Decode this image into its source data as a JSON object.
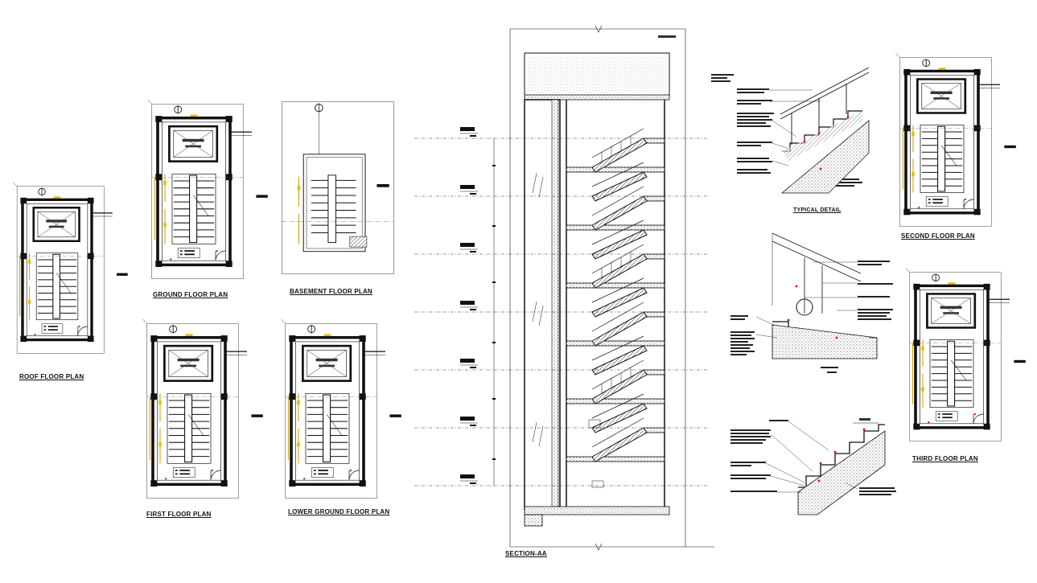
{
  "drawing": {
    "plans": [
      {
        "id": "roof",
        "title": "ROOF FLOOR PLAN"
      },
      {
        "id": "ground",
        "title": "GROUND FLOOR PLAN"
      },
      {
        "id": "basement",
        "title": "BASEMENT FLOOR PLAN"
      },
      {
        "id": "first",
        "title": "FIRST FLOOR PLAN"
      },
      {
        "id": "lower_ground",
        "title": "LOWER GROUND FLOOR PLAN"
      },
      {
        "id": "second",
        "title": "SECOND FLOOR PLAN"
      },
      {
        "id": "third",
        "title": "THIRD FLOOR PLAN"
      }
    ],
    "section_title": "SECTION-AA",
    "detail_title": "TYPICAL DETAIL",
    "colors": {
      "line": "#111111",
      "hatch": "#777777",
      "dim": "#d8b400",
      "accent": "#e01010",
      "background": "#ffffff"
    }
  }
}
